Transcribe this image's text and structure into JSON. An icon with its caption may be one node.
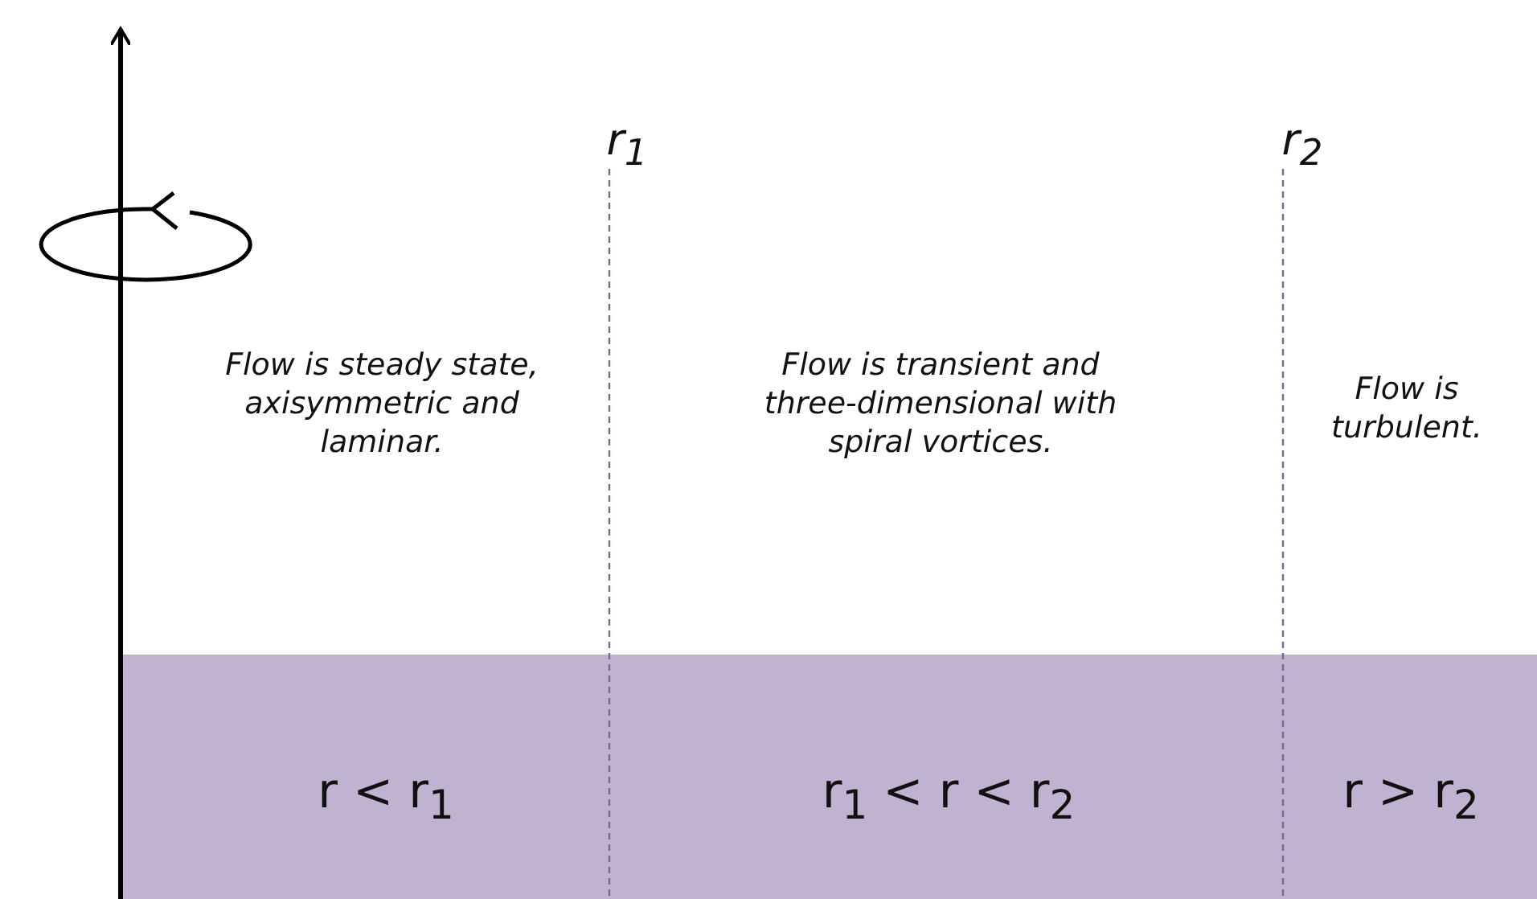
{
  "diagram": {
    "labels": [
      "r$_{1}$",
      "r$_{2}$",
      "Flow is steady state, axisymmetric and laminar.",
      "Flow is transient and three-dimensional with spiral vortices.",
      "Flow is turbulent.",
      "r < r$_{1}$",
      "r$_{1}$ < r < r$_{2}$",
      "r > r$_{2}$"
    ]
  }
}
